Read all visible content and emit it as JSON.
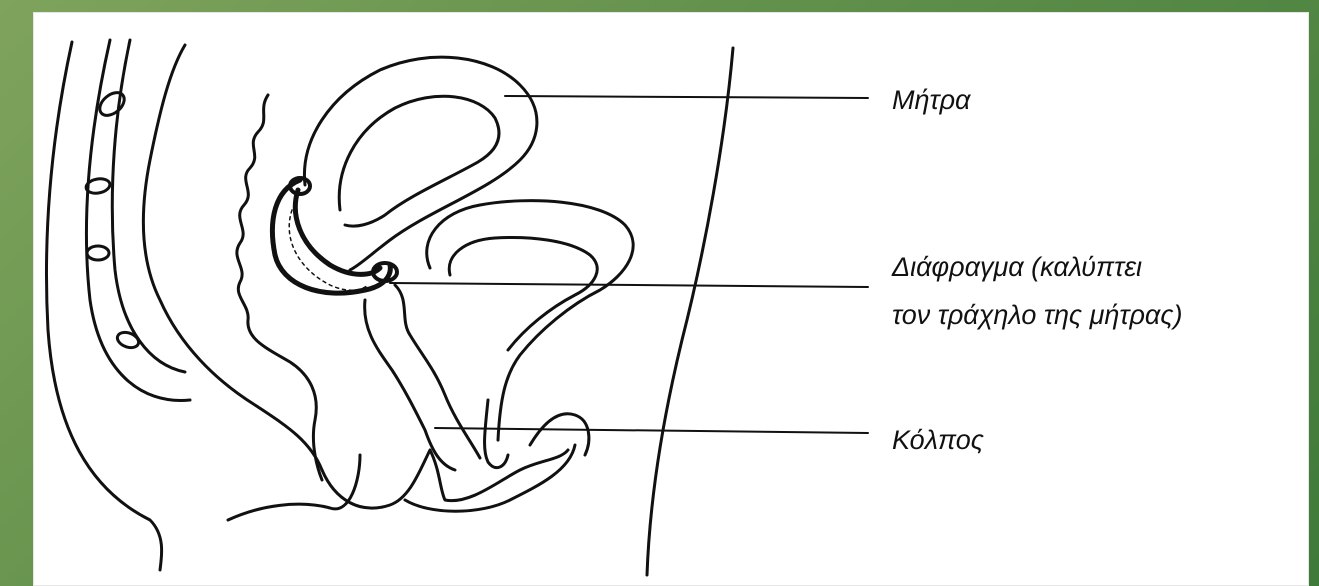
{
  "diagram": {
    "labels": {
      "uterus": "Μήτρα",
      "diaphragm_line1": "Διάφραγμα (καλύπτει",
      "diaphragm_line2": "τον τράχηλο της μήτρας)",
      "vagina": "Κόλπος"
    },
    "colors": {
      "background": "#ffffff",
      "ink": "#111111",
      "frame": "#5f8f4a"
    }
  }
}
